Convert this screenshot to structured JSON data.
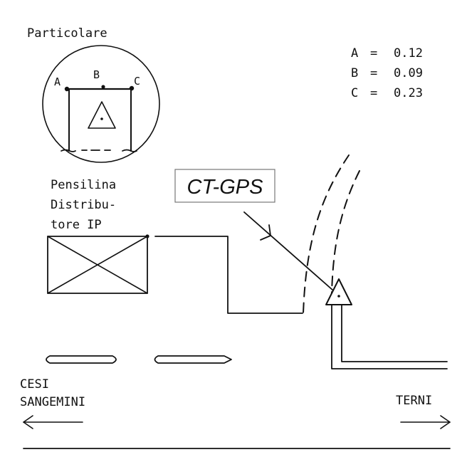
{
  "detail": {
    "title": "Particolare",
    "point_a": "A",
    "point_b": "B",
    "point_c": "C"
  },
  "measurements": [
    {
      "label": "A",
      "value": "0.12"
    },
    {
      "label": "B",
      "value": "0.09"
    },
    {
      "label": "C",
      "value": "0.23"
    }
  ],
  "canopy": {
    "line1": "Pensilina",
    "line2": "Distribu-",
    "line3": "tore IP"
  },
  "station_label": "CT-GPS",
  "directions": {
    "left_line1": "CESI",
    "left_line2": "SANGEMINI",
    "right": "TERNI"
  },
  "colors": {
    "ink": "#111111",
    "paper": "#ffffff",
    "label_box": "#777777"
  }
}
